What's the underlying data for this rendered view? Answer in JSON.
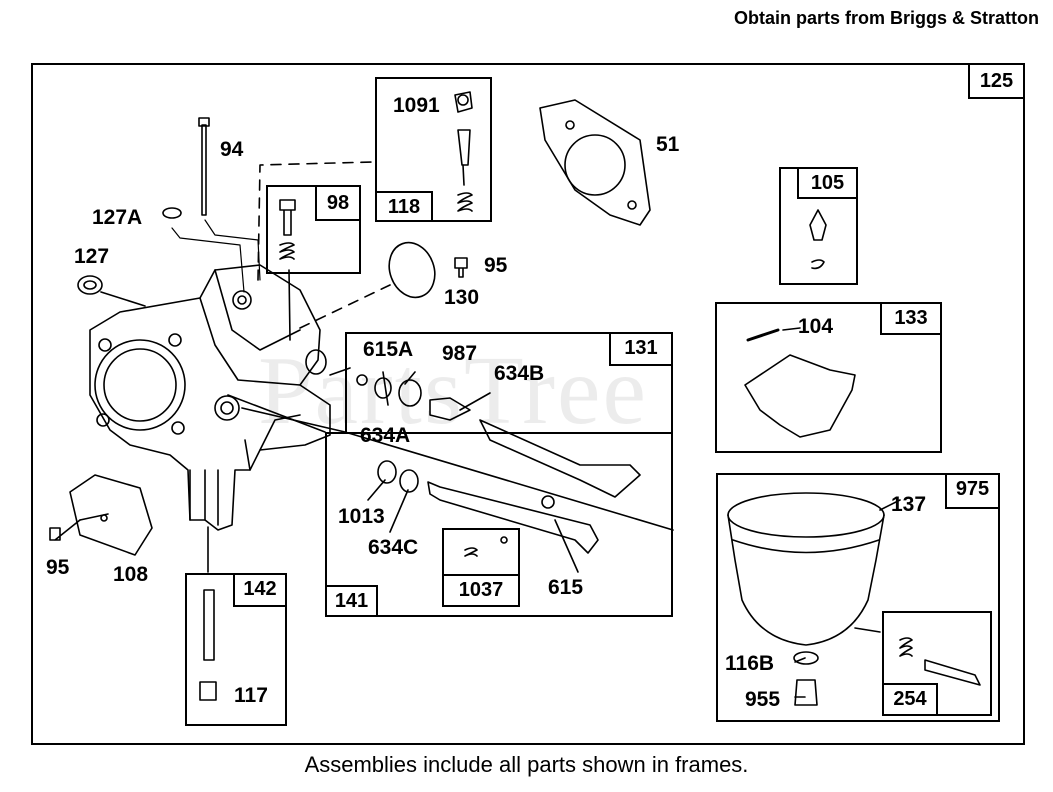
{
  "header": {
    "note": "Obtain parts from Briggs & Stratton"
  },
  "footer": {
    "note": "Assemblies include all parts shown in frames."
  },
  "watermark": "PartsTree",
  "frames": {
    "main": "125",
    "f1091": "118",
    "f98": "98",
    "f105": "105",
    "f133": "133",
    "f131": "131",
    "f141": "141",
    "f1037": "1037",
    "f142": "142",
    "f975": "975",
    "f254": "254"
  },
  "labels": {
    "p1091": "1091",
    "p94": "94",
    "p51": "51",
    "p127A": "127A",
    "p127": "127",
    "p95a": "95",
    "p130": "130",
    "p104": "104",
    "p615A": "615A",
    "p987": "987",
    "p634B": "634B",
    "p634A": "634A",
    "p1013": "1013",
    "p634C": "634C",
    "p615": "615",
    "p95b": "95",
    "p108": "108",
    "p117": "117",
    "p137": "137",
    "p116B": "116B",
    "p955": "955"
  }
}
